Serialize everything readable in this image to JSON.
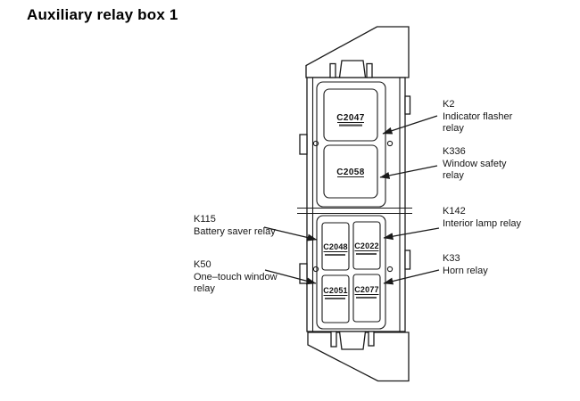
{
  "title": "Auxiliary relay box 1",
  "relay_box": {
    "slots": {
      "c2047": "C2047",
      "c2058": "C2058",
      "c2048": "C2048",
      "c2022": "C2022",
      "c2051": "C2051",
      "c2077": "C2077"
    },
    "callouts": {
      "k2": {
        "code": "K2",
        "line1": "Indicator flasher",
        "line2": "relay"
      },
      "k336": {
        "code": "K336",
        "line1": "Window safety",
        "line2": "relay"
      },
      "k142": {
        "code": "K142",
        "line1": "Interior lamp relay"
      },
      "k33": {
        "code": "K33",
        "line1": "Horn relay"
      },
      "k115": {
        "code": "K115",
        "line1": "Battery saver relay"
      },
      "k50": {
        "code": "K50",
        "line1": "One–touch window",
        "line2": "relay"
      }
    }
  },
  "colors": {
    "ink": "#1a1a1a",
    "paper": "#ffffff"
  }
}
